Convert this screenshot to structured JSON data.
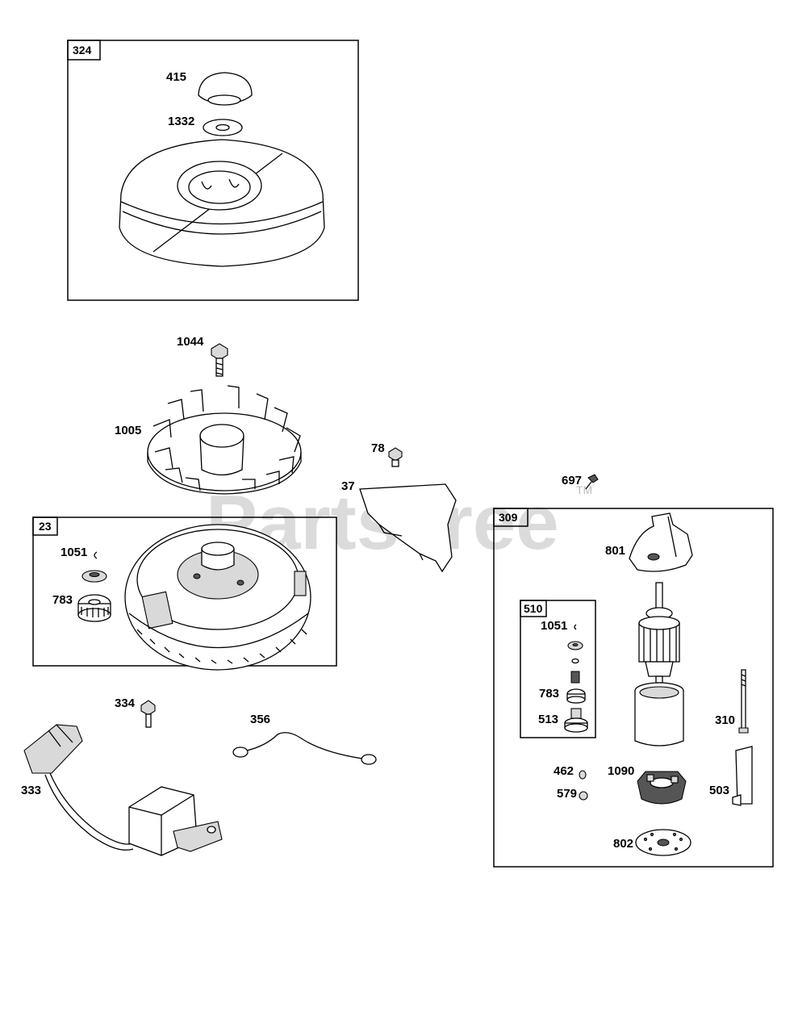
{
  "watermark": {
    "text": "PartsTree",
    "tm": "TM"
  },
  "boxes": [
    {
      "id": "324",
      "label": "324"
    },
    {
      "id": "23",
      "label": "23"
    },
    {
      "id": "309",
      "label": "309"
    },
    {
      "id": "510",
      "label": "510"
    }
  ],
  "callouts": {
    "p415": "415",
    "p1332": "1332",
    "p1044": "1044",
    "p1005": "1005",
    "p78": "78",
    "p37": "37",
    "p697": "697",
    "p1051a": "1051",
    "p783a": "783",
    "p801": "801",
    "p1051b": "1051",
    "p783b": "783",
    "p513": "513",
    "p334": "334",
    "p356": "356",
    "p333": "333",
    "p310": "310",
    "p462": "462",
    "p1090": "1090",
    "p579": "579",
    "p503": "503",
    "p802": "802"
  }
}
